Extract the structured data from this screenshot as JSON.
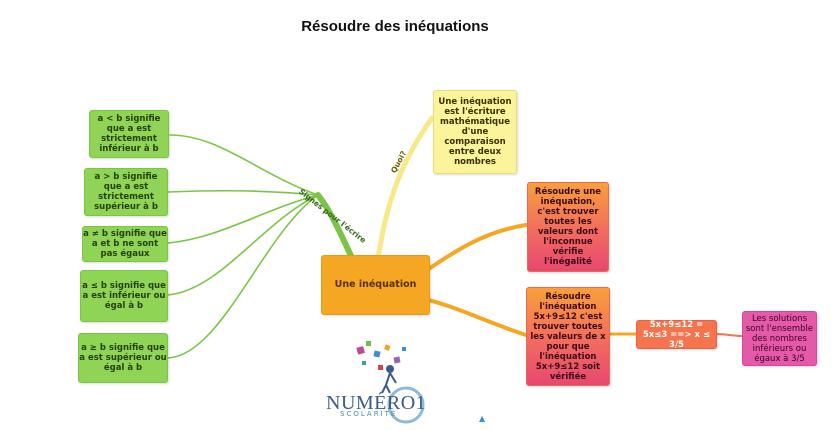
{
  "title": "Résoudre des inéquations",
  "center": "Une inéquation",
  "branch_labels": {
    "signs": "Signes pour l'écrire",
    "what": "Quoi?"
  },
  "green_nodes": [
    "a < b signifie que a est strictement inférieur à b",
    "a > b signifie que a est strictement supérieur à b",
    "a ≠ b signifie que a et b ne sont pas égaux",
    "a ≤ b signifie que a est inférieur ou égal à b",
    "a ≥ b signifie que a est supérieur ou égal à b"
  ],
  "yellow_node": "Une inéquation est l'écriture mathématique d'une comparaison entre deux nombres",
  "resolve_node": "Résoudre une inéquation, c'est trouver toutes les valeurs dont l'inconnue vérifie l'inégalité",
  "example_node": "Résoudre l'inéquation 5x+9≤12 c'est trouver toutes les valeurs de x pour que l'inéquation 5x+9≤12 soit vérifiée",
  "calc_node": "5x+9≤12 = 5x≤3 ==> x ≤ 3/5",
  "solution_node": "Les solutions sont l'ensemble des nombres inférieurs ou égaux à 3/5",
  "logo": {
    "main": "NUMÉRO1",
    "sub": "SCOLARITÉ"
  },
  "colors": {
    "green": "#8fd455",
    "green_line": "#7cc447",
    "orange": "#f5a623",
    "yellow": "#fbf49b",
    "salmon": "#f5744e",
    "magenta": "#e55aa8"
  }
}
